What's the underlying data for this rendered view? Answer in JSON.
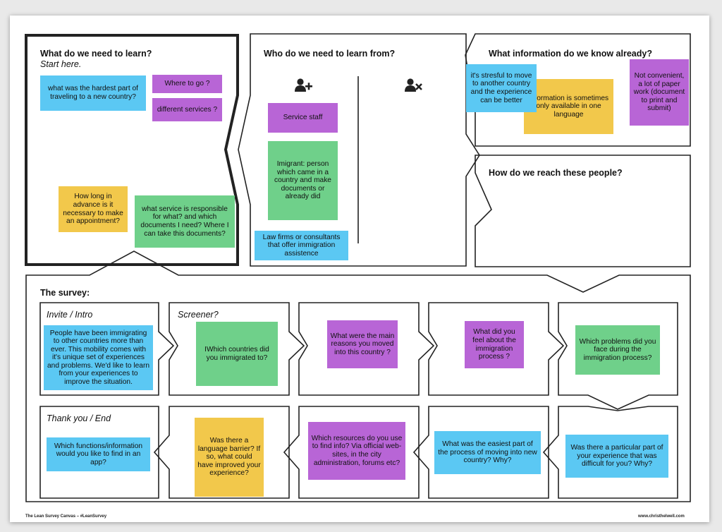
{
  "canvas": {
    "learn": {
      "title": "What do we need to learn?",
      "subtitle": "Start here.",
      "notes": [
        {
          "text": "what was the hardest part of traveling to a new country?",
          "color": "blue"
        },
        {
          "text": "Where to go ?",
          "color": "purple"
        },
        {
          "text": "different services ?",
          "color": "purple"
        },
        {
          "text": "How long in advance is it necessary to make an appointment?",
          "color": "yellow"
        },
        {
          "text": "what service is responsible for what? and which documents I need? Where I can take this documents?",
          "color": "green"
        }
      ]
    },
    "who": {
      "title": "Who do we need to learn from?",
      "include_icon": "add-person-icon",
      "exclude_icon": "remove-person-icon",
      "notes": [
        {
          "text": "Service staff",
          "color": "purple"
        },
        {
          "text": "Imigrant: person which came in a country and make documents or already did",
          "color": "green"
        },
        {
          "text": "Law firms or consultants that offer immigration assistence",
          "color": "blue"
        }
      ]
    },
    "known": {
      "title": "What information do we know already?",
      "notes": [
        {
          "text": "it's stresful to move to another country  and the experience can be better",
          "color": "blue"
        },
        {
          "text": "Information is sometimes only available in one language",
          "color": "yellow"
        },
        {
          "text": "Not convenient, a lot of paper work (document to print and submit)",
          "color": "purple"
        }
      ]
    },
    "reach": {
      "title": "How do we reach these people?"
    },
    "survey": {
      "title": "The survey:",
      "invite_label": "Invite / Intro",
      "screener_label": "Screener?",
      "thanks_label": "Thank you / End",
      "row1": [
        {
          "text": "People have been immigrating to other countries more than ever. This mobility comes with it's unique set of experiences and problems. We'd like to learn from your experiences to improve the situation.",
          "color": "blue"
        },
        {
          "text": "IWhich countries did you immigrated to?",
          "color": "green"
        },
        {
          "text": "What were the main reasons you moved into this country ?",
          "color": "purple"
        },
        {
          "text": "What did you feel about the immigration process ?",
          "color": "purple"
        },
        {
          "text": "Which problems did you face during the immigration process?",
          "color": "green"
        }
      ],
      "row2": [
        {
          "text": "Which functions/information would you like to find in an app?",
          "color": "blue"
        },
        {
          "text": "Was there a language barrier? If so, what could have improved your experience?",
          "color": "yellow"
        },
        {
          "text": "Which resources do you use to find info? Via official web-sites, in the city administration, forums etc?",
          "color": "purple"
        },
        {
          "text": "What was the  easiest part of the process of moving into new country? Why?",
          "color": "blue"
        },
        {
          "text": "Was there a particular part of your experience that was difficult for you? Why?",
          "color": "blue"
        }
      ]
    }
  },
  "footer": {
    "left": "The Lean Survey Canvas – #LeanSurvey",
    "right": "www.christhelwell.com"
  },
  "colors": {
    "blue": "#5bc8f3",
    "purple": "#b865d6",
    "green": "#6fd08a",
    "yellow": "#f2c84b"
  }
}
